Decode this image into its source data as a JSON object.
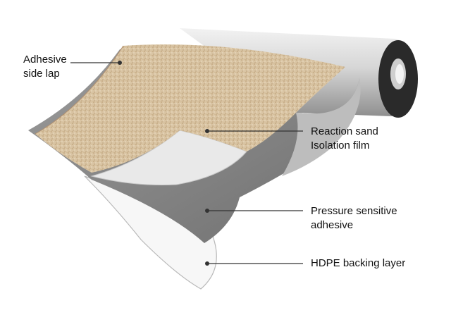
{
  "labels": {
    "side_lap": [
      "Adhesive",
      "side lap"
    ],
    "reaction_sand": [
      "Reaction sand",
      "Isolation film"
    ],
    "pressure_adhesive": [
      "Pressure sensitive",
      "adhesive"
    ],
    "hdpe": [
      "HDPE backing layer"
    ]
  },
  "colors": {
    "sand": "#d8c2a0",
    "sand_dark": "#b89a72",
    "adhesive": "#8a8a8a",
    "film": "#ededed",
    "roll": "#d0d0d0",
    "roll_end": "#2a2a2a",
    "leader": "#333333"
  }
}
